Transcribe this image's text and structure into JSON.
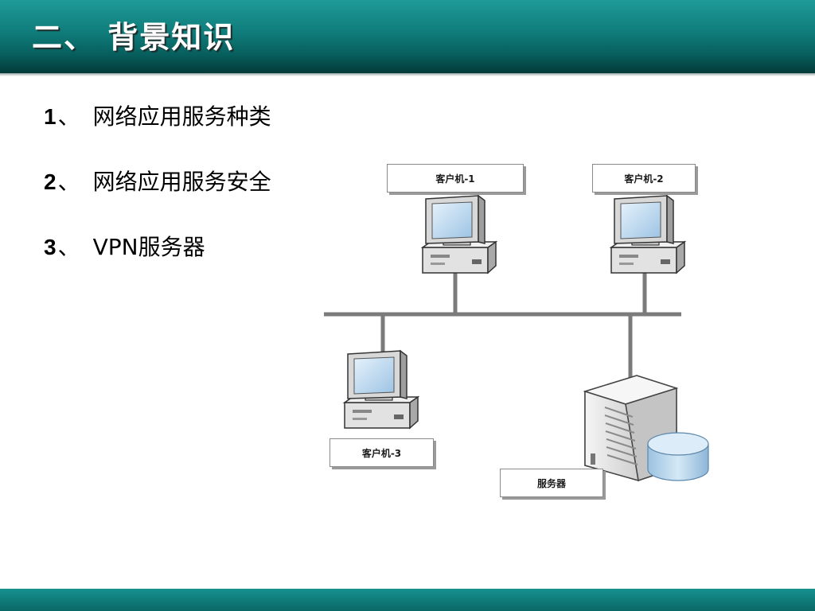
{
  "slide": {
    "title": "二、 背景知识"
  },
  "list": [
    {
      "num": "1",
      "sep": "、",
      "text": "网络应用服务种类"
    },
    {
      "num": "2",
      "sep": "、",
      "text": "网络应用服务安全"
    },
    {
      "num": "3",
      "sep": "、",
      "text": "VPN服务器"
    }
  ],
  "diagram": {
    "client1": "客户机-1",
    "client2": "客户机-2",
    "client3": "客户机-3",
    "server": "服务器",
    "icons": [
      "computer-icon",
      "server-icon",
      "database-icon"
    ]
  }
}
